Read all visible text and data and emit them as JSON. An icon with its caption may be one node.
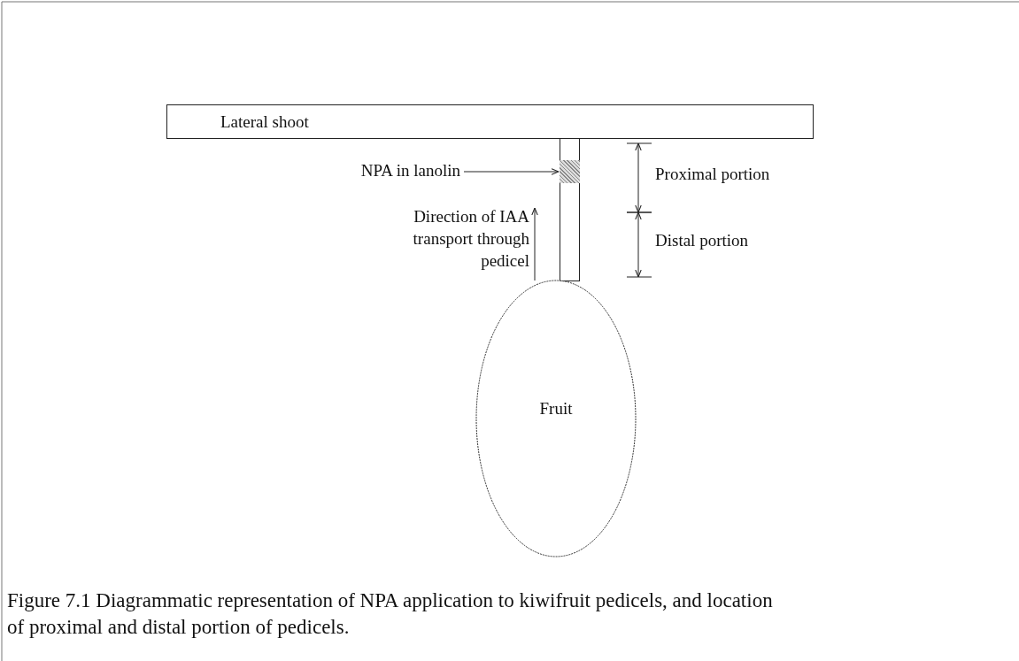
{
  "diagram": {
    "caption": "Figure 7.1 Diagrammatic representation of NPA application to kiwifruit pedicels, and location of proximal and distal portion of pedicels.",
    "nodes": [
      {
        "text": [
          "Lateral shoot"
        ]
      },
      {
        "text": [],
        "shape": "bar"
      },
      {
        "text": [],
        "shape": "box",
        "in": 1
      },
      {
        "text": [
          "NPA in lanolin"
        ]
      },
      {
        "text": [
          "Fruit"
        ]
      }
    ],
    "edges": [
      {
        "from": 3,
        "to": 2,
        "arrow": "to"
      }
    ],
    "labels": [
      "Direction of IAA transport through pedicel",
      "Proximal portion",
      "Distal portion"
    ]
  }
}
